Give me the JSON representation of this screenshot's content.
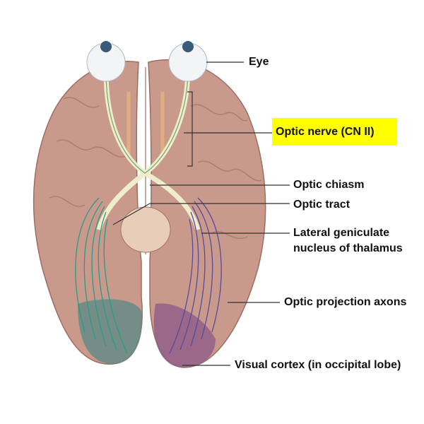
{
  "labels": {
    "eye": "Eye",
    "optic_nerve": "Optic nerve (CN II)",
    "optic_chiasm": "Optic chiasm",
    "optic_tract": "Optic tract",
    "lgn_line1": "Lateral geniculate",
    "lgn_line2": "nucleus of thalamus",
    "projection_axons": "Optic projection axons",
    "visual_cortex": "Visual cortex (in occipital lobe)"
  },
  "colors": {
    "highlight": "#ffff00",
    "brain": "#c9998c",
    "left_pathway": "#2a9a8a",
    "right_pathway": "#5a4a9a",
    "left_cortex": "#5f8a84",
    "right_cortex": "#8a5a8a"
  }
}
